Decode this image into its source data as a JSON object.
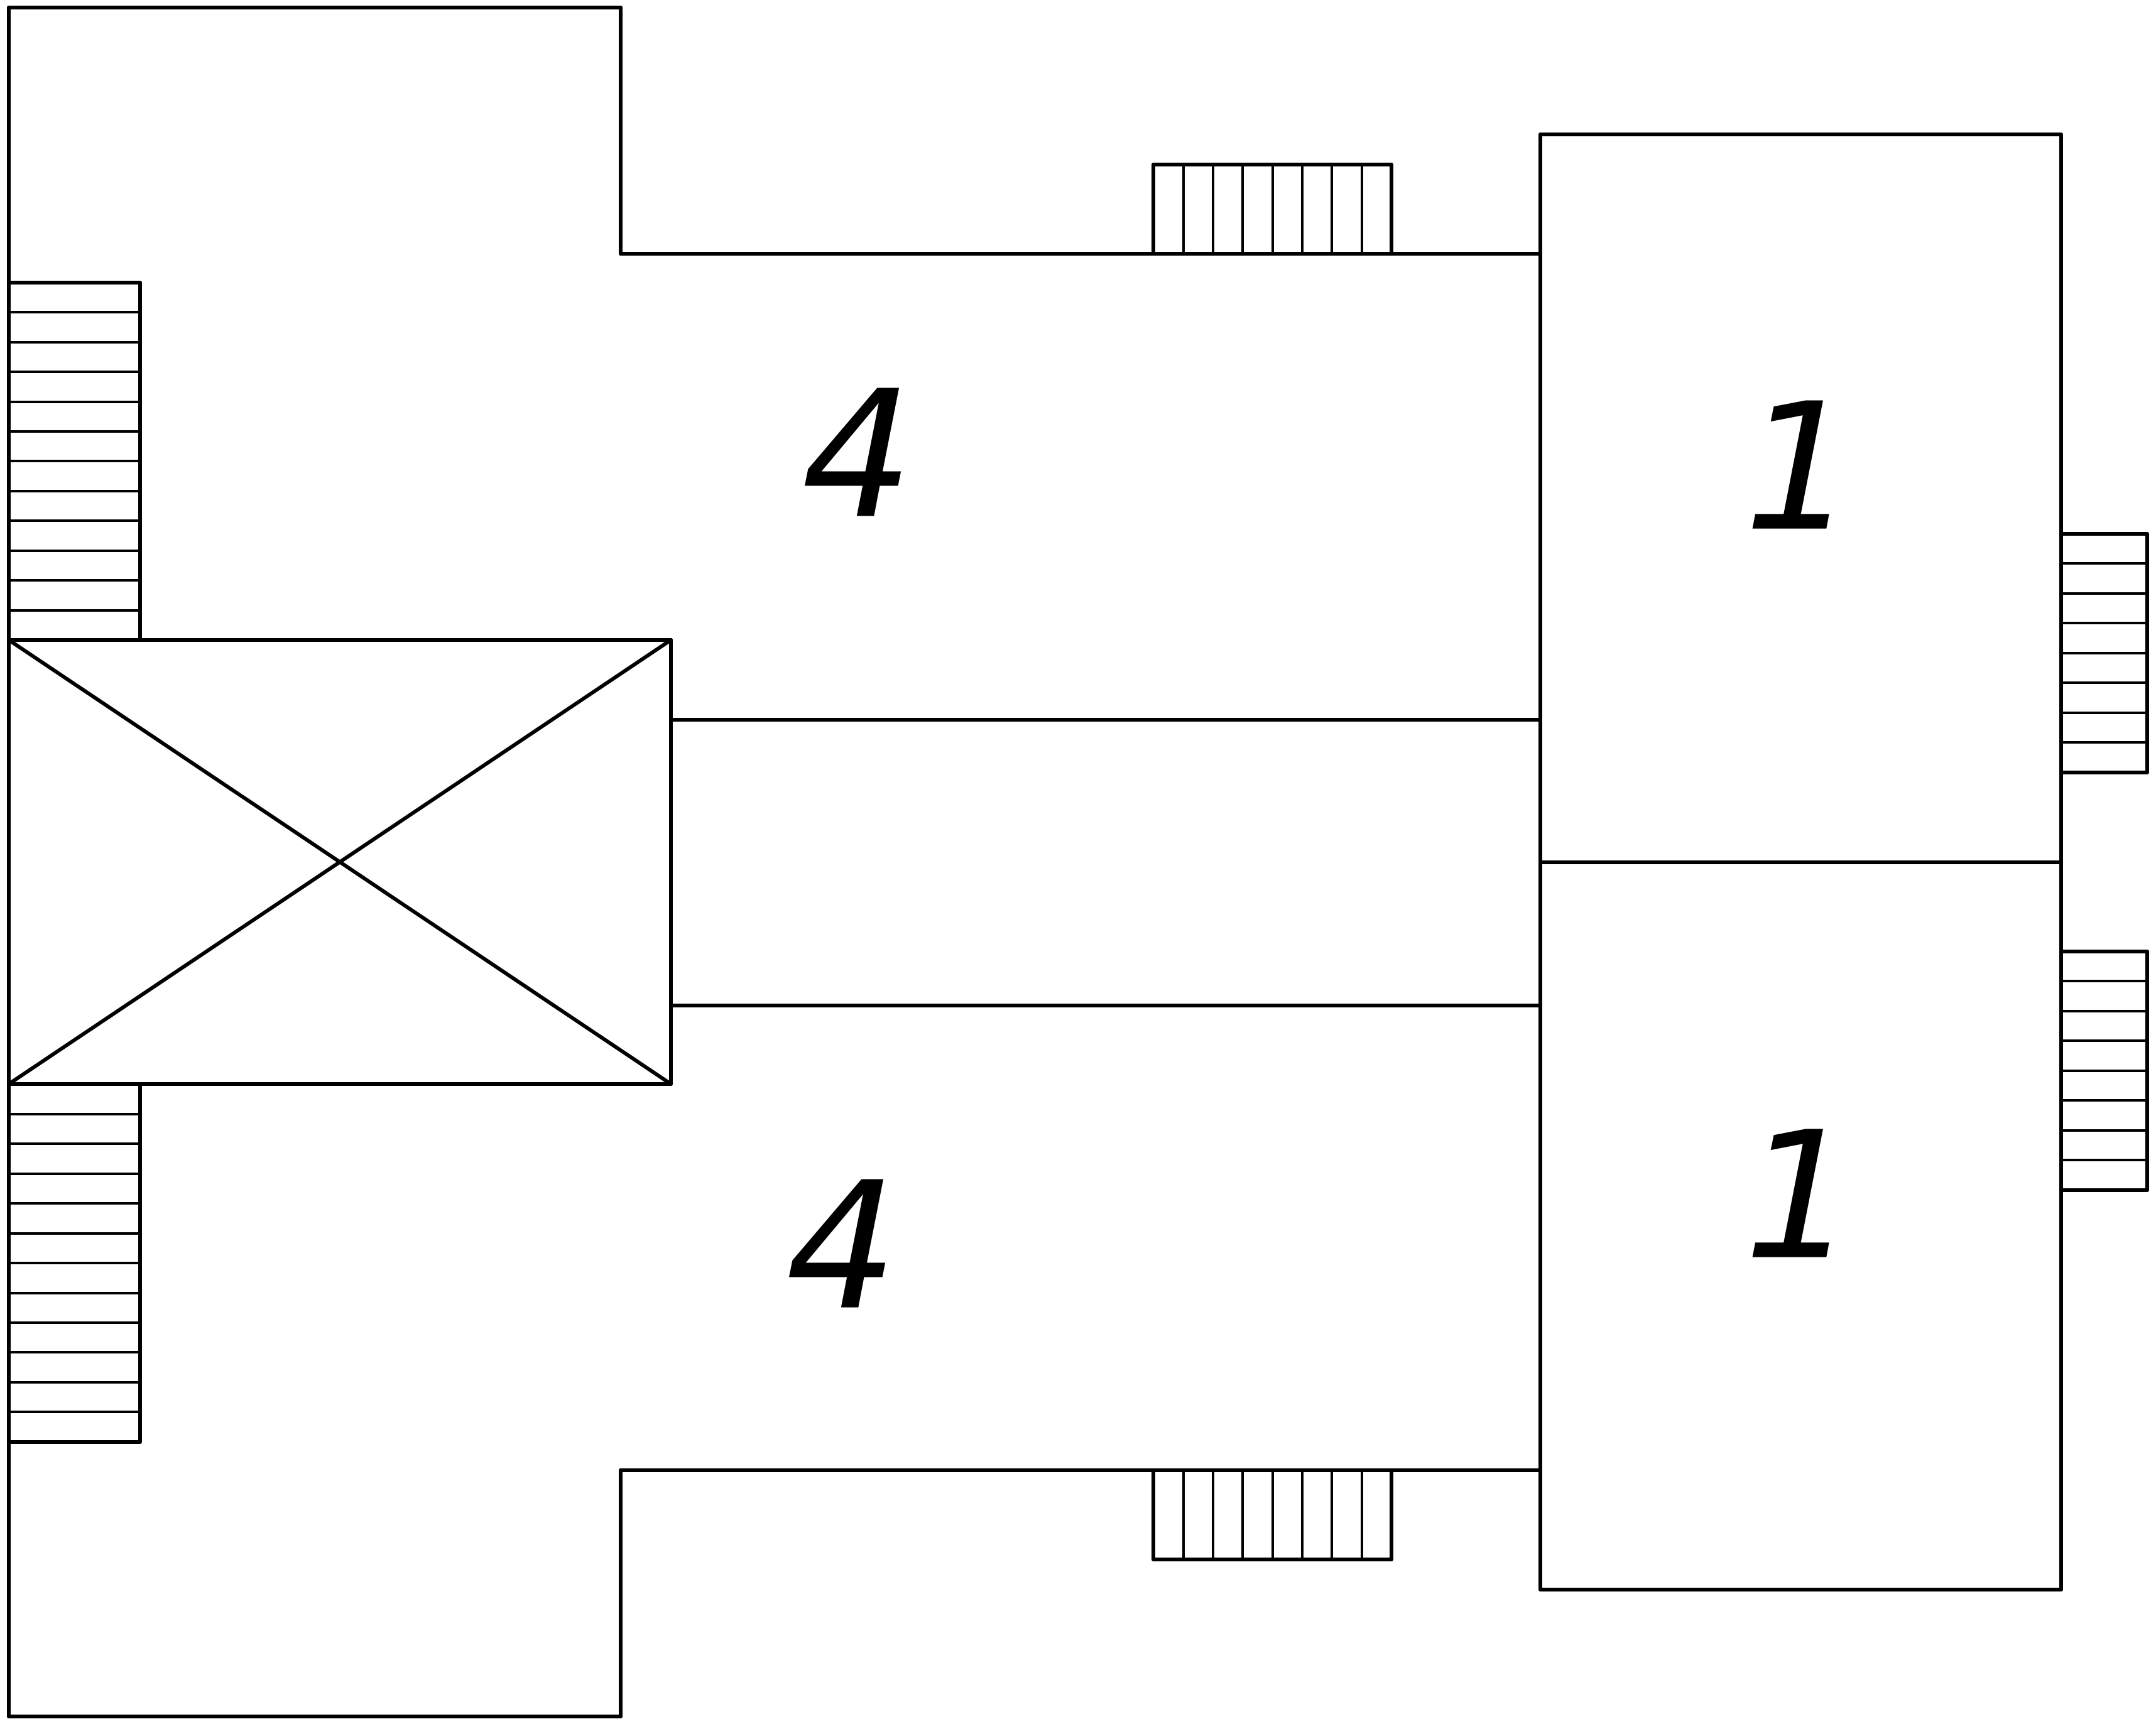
{
  "labels": {
    "upper_left": "4",
    "lower_left": "4",
    "upper_right": "1",
    "lower_right": "1"
  }
}
